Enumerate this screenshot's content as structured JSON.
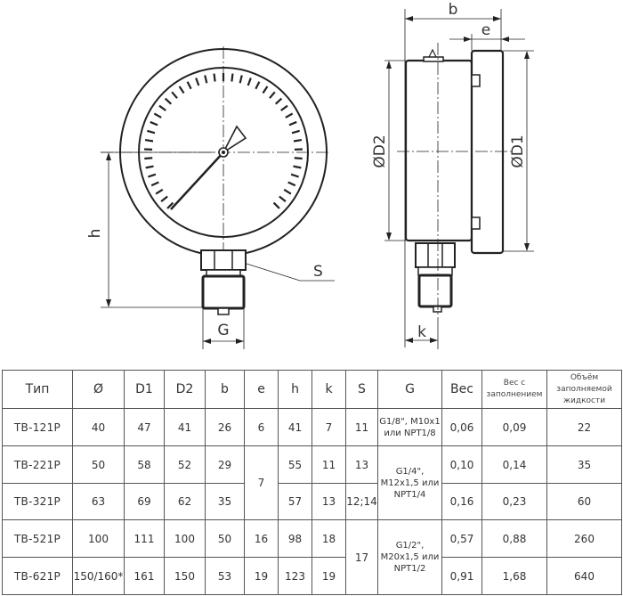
{
  "drawing": {
    "front_view": {
      "labels": {
        "h": "h",
        "S": "S",
        "G": "G"
      }
    },
    "side_view": {
      "labels": {
        "b": "b",
        "e": "e",
        "D1": "ØD1",
        "D2": "ØD2",
        "k": "k"
      }
    }
  },
  "table": {
    "headers": {
      "type": "Тип",
      "diameter": "Ø",
      "D1": "D1",
      "D2": "D2",
      "b": "b",
      "e": "e",
      "h": "h",
      "k": "k",
      "S": "S",
      "G": "G",
      "weight": "Вес",
      "weight_filled_1": "Вес с",
      "weight_filled_2": "заполнением",
      "fill_volume_1": "Объём",
      "fill_volume_2": "заполняемой",
      "fill_volume_3": "жидкости"
    },
    "rows": [
      {
        "type": "ТВ-121Р",
        "diameter": "40",
        "D1": "47",
        "D2": "41",
        "b": "26",
        "e": "6",
        "h": "41",
        "k": "7",
        "S": "11",
        "G_1": "G1/8\", M10x1",
        "G_2": "или NPT1/8",
        "weight": "0,06",
        "weight_filled": "0,09",
        "fill_volume": "22"
      },
      {
        "type": "ТВ-221Р",
        "diameter": "50",
        "D1": "58",
        "D2": "52",
        "b": "29",
        "e": "7",
        "h": "55",
        "k": "11",
        "S": "13",
        "G_1": "G1/4\",",
        "G_2": "M12x1,5 или",
        "G_3": "NPT1/4",
        "weight": "0,10",
        "weight_filled": "0,14",
        "fill_volume": "35"
      },
      {
        "type": "ТВ-321Р",
        "diameter": "63",
        "D1": "69",
        "D2": "62",
        "b": "35",
        "h": "57",
        "k": "13",
        "S": "12;14",
        "weight": "0,16",
        "weight_filled": "0,23",
        "fill_volume": "60"
      },
      {
        "type": "ТВ-521Р",
        "diameter": "100",
        "D1": "111",
        "D2": "100",
        "b": "50",
        "e": "16",
        "h": "98",
        "k": "18",
        "S": "17",
        "G_1": "G1/2\",",
        "G_2": "M20x1,5 или",
        "G_3": "NPT1/2",
        "weight": "0,57",
        "weight_filled": "0,88",
        "fill_volume": "260"
      },
      {
        "type": "ТВ-621Р",
        "diameter": "150/160*",
        "D1": "161",
        "D2": "150",
        "b": "53",
        "e": "19",
        "h": "123",
        "k": "19",
        "weight": "0,91",
        "weight_filled": "1,68",
        "fill_volume": "640"
      }
    ]
  }
}
